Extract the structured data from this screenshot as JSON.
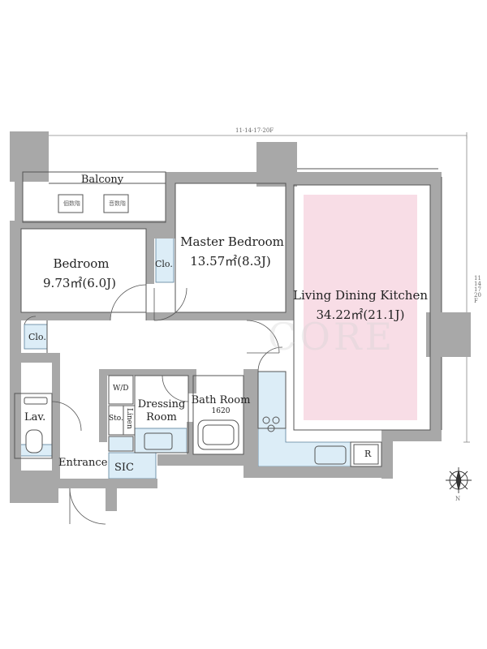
{
  "rooms": {
    "balcony": {
      "name": "Balcony",
      "left_unit": "個数階",
      "right_unit": "音数階"
    },
    "bedroom": {
      "name": "Bedroom",
      "area": "9.73㎡(6.0J)"
    },
    "master_bedroom": {
      "name": "Master Bedroom",
      "area": "13.57㎡(8.3J)"
    },
    "ldk": {
      "name": "Living Dining Kitchen",
      "area": "34.22㎡(21.1J)"
    },
    "dressing_room": {
      "line1": "Dressing",
      "line2": "Room"
    },
    "bath_room": {
      "name": "Bath Room",
      "size": "1620"
    },
    "lav": {
      "name": "Lav."
    },
    "entrance": {
      "name": "Entrance"
    },
    "sic": {
      "name": "SIC"
    },
    "wd": {
      "name": "W/D"
    },
    "sto": {
      "name": "Sto."
    },
    "linen": {
      "name": "Linen"
    },
    "closet_master": {
      "name": "Clo."
    },
    "closet_bedroom": {
      "name": "Clo."
    },
    "refrigerator": {
      "name": "R"
    }
  },
  "dimensions": {
    "top": "11·14·17·20F",
    "right_line1": "11",
    "right_line2": "14",
    "right_line3": "17",
    "right_line4": "20",
    "right_line5": "F"
  },
  "compass": {
    "north_label": "N"
  },
  "watermark": "CORE",
  "colors": {
    "wall": "#a8a8a8",
    "ldk_highlight": "#f8dde6",
    "wet_area": "#dcedf7",
    "line": "#555555"
  }
}
